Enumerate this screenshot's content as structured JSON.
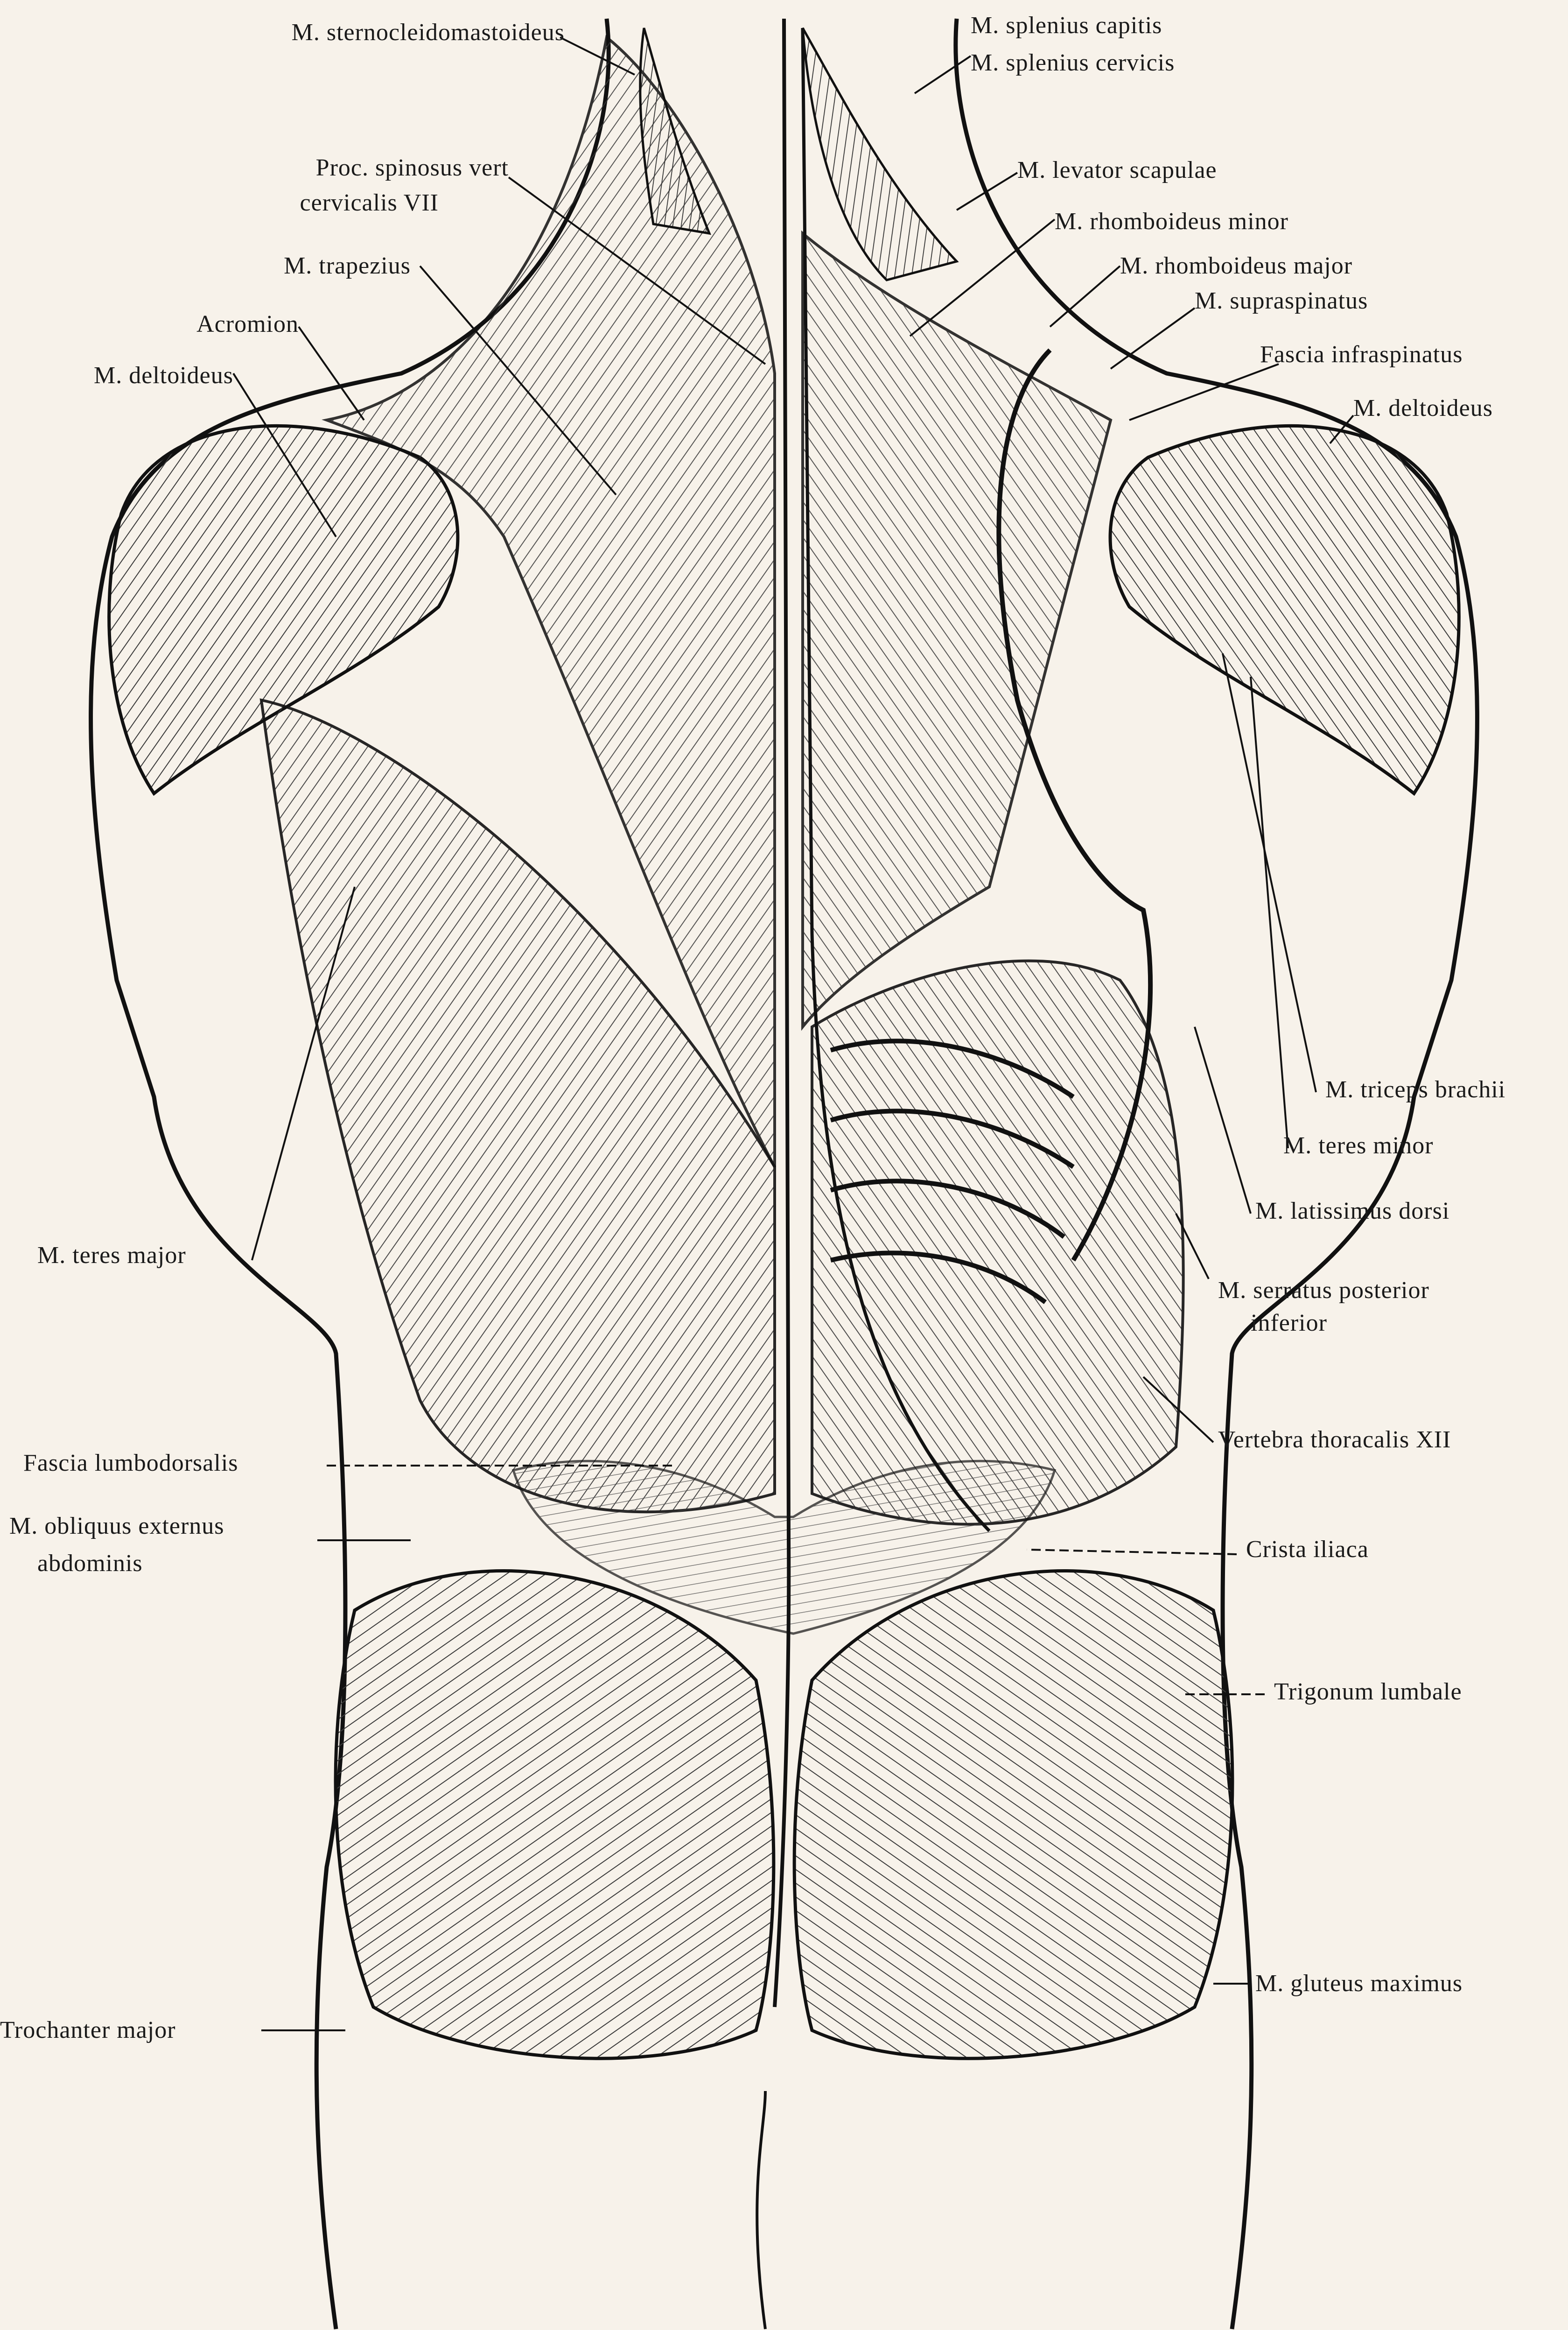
{
  "labels": {
    "sternocleidomastoideus": "M. sternocleidomastoideus",
    "splenius_capitis": "M. splenius capitis",
    "splenius_cervicis": "M. splenius cervicis",
    "proc_spinosus_1": "Proc. spinosus vert",
    "proc_spinosus_2": "cervicalis VII",
    "levator_scapulae": "M. levator scapulae",
    "rhomboideus_minor": "M. rhomboideus minor",
    "trapezius": "M. trapezius",
    "rhomboideus_major": "M. rhomboideus major",
    "supraspinatus": "M. supraspinatus",
    "acromion": "Acromion",
    "fascia_infraspinatus": "Fascia infraspinatus",
    "deltoideus_left": "M. deltoideus",
    "deltoideus_right": "M. deltoideus",
    "triceps_brachii": "M. triceps brachii",
    "teres_minor": "M. teres minor",
    "latissimus_dorsi": "M. latissimus dorsi",
    "teres_major": "M. teres major",
    "serratus_1": "M. serratus posterior",
    "serratus_2": "inferior",
    "vertebra_thoracalis": "Vertebra thoracalis XII",
    "fascia_lumbodorsalis": "Fascia lumbodorsalis",
    "obliquus_1": "M. obliquus externus",
    "obliquus_2": "abdominis",
    "crista_iliaca": "Crista iliaca",
    "trigonum_lumbale": "Trigonum lumbale",
    "gluteus_maximus": "M. gluteus maximus",
    "trochanter_major": "Trochanter major"
  }
}
